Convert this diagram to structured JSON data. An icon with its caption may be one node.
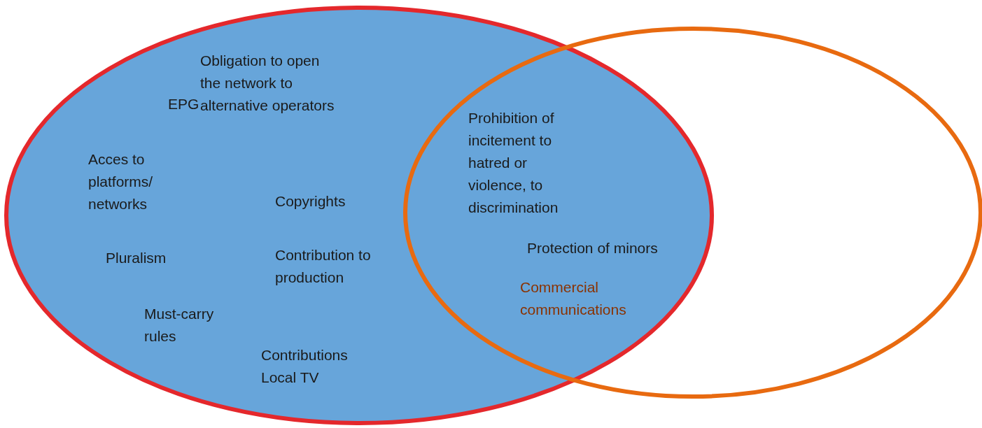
{
  "diagram": {
    "labels": [
      "Obligation to open the network to alternative operators",
      "EPG",
      "Acces to platforms/ networks",
      "Copyrights",
      "Prohibition of incitement to hatred or violence, to discrimination",
      "Pluralism",
      "Contribution to production",
      "Protection of minors",
      "Commercial communications",
      "Must-carry rules",
      "Contributions Local TV"
    ]
  }
}
